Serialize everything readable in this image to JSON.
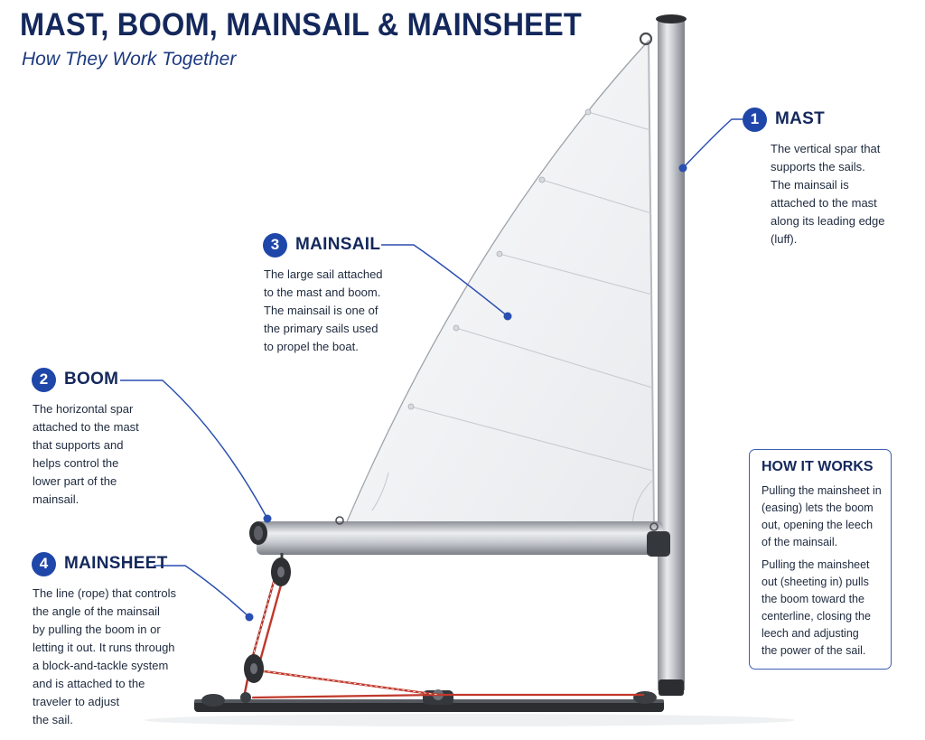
{
  "title": "MAST, BOOM, MAINSAIL & MAINSHEET",
  "subtitle": "How They Work Together",
  "callouts": {
    "mast": {
      "number": "1",
      "title": "MAST",
      "lines": [
        "The vertical spar that",
        "supports the sails.",
        "The mainsail is",
        "attached to the mast",
        "along its leading edge",
        "(luff)."
      ]
    },
    "boom": {
      "number": "2",
      "title": "BOOM",
      "lines": [
        "The horizontal spar",
        "attached to the mast",
        "that supports and",
        "helps control the",
        "lower part of the",
        "mainsail."
      ]
    },
    "mainsail": {
      "number": "3",
      "title": "MAINSAIL",
      "lines": [
        "The large sail attached",
        "to the mast and boom.",
        "The mainsail is one of",
        "the primary sails used",
        "to propel the boat."
      ]
    },
    "mainsheet": {
      "number": "4",
      "title": "MAINSHEET",
      "lines": [
        "The line (rope) that controls",
        "the angle of the mainsail",
        "by pulling the boom in or",
        "letting it out. It runs through",
        "a block-and-tackle system",
        "and is attached to the",
        "traveler to adjust",
        "the sail."
      ]
    }
  },
  "how_it_works": {
    "title": "HOW IT WORKS",
    "paragraphs": [
      [
        "Pulling the mainsheet in",
        "(easing) lets the boom",
        "out, opening the leech",
        "of the mainsail."
      ],
      [
        "Pulling the mainsheet",
        "out (sheeting in) pulls",
        "the boom toward the",
        "centerline, closing the",
        "leech and adjusting",
        "the power of the sail."
      ]
    ]
  },
  "colors": {
    "title": "#14285c",
    "badge": "#1f47a9",
    "leader_line": "#2a4fb0",
    "mainsheet_rope": "#c0392b",
    "sail": "#f4f5f6",
    "spar": "#c9ccd1"
  },
  "icons": [
    "numbered-badge",
    "leader-line-dot"
  ]
}
